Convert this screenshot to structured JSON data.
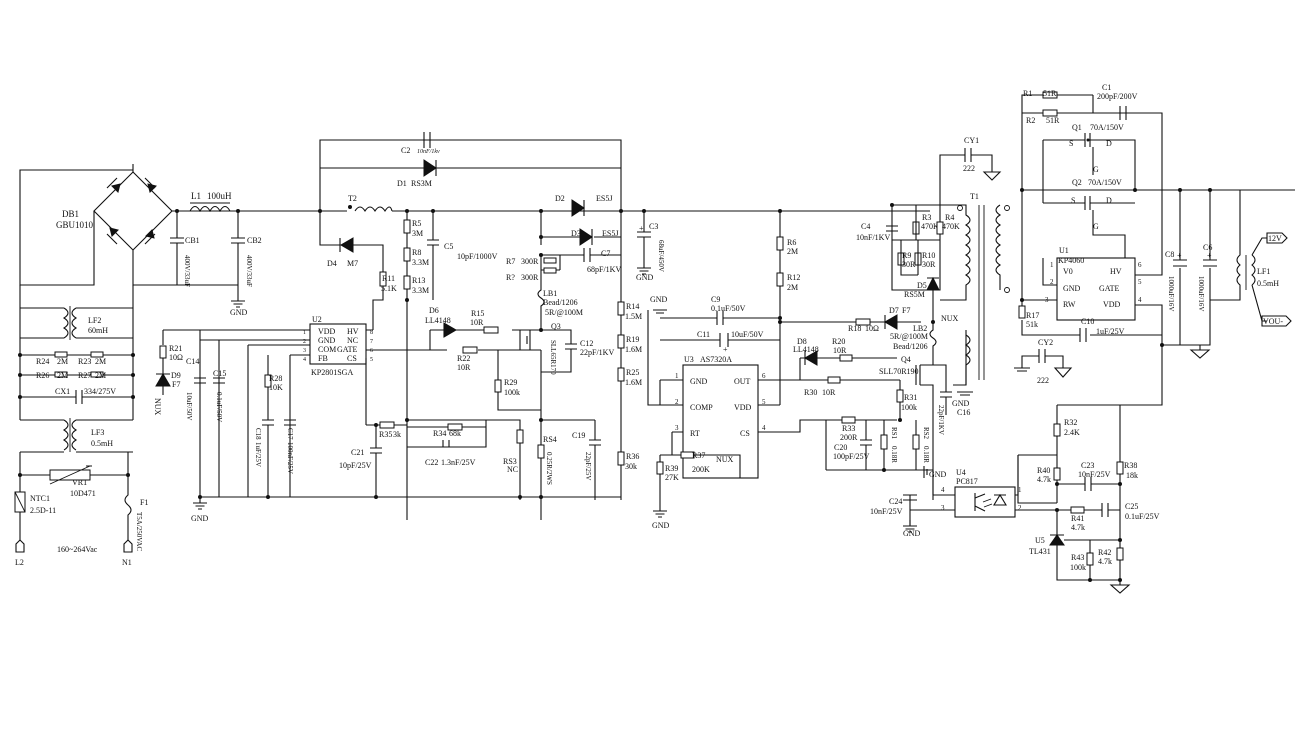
{
  "colors": {
    "line": "#111111",
    "background": "#ffffff"
  },
  "bridge": {
    "ref": "DB1",
    "part": "GBU1010"
  },
  "input": {
    "l1": "L1",
    "l1_val": "100uH",
    "cb1": "CB1",
    "cb1_val": "400V/33uF",
    "cb2": "CB2",
    "cb2_val": "400V/33uF",
    "gnd": "GND"
  },
  "emi": {
    "lf2": "LF2",
    "lf2_val": "60mH",
    "r24": "R24",
    "r23": "R23",
    "r26": "R26",
    "r27": "R27",
    "res_val": "2M",
    "cx1": "CX1",
    "cx1_val": "334/275V",
    "lf3": "LF3",
    "lf3_val": "0.5mH",
    "vr1": "VR1",
    "vr1_val": "10D471",
    "ntc1": "NTC1",
    "ntc1_val": "2.5D-11",
    "f1": "F1",
    "f1_val": "T5A/250VAC",
    "l2": "L2",
    "n1": "N1",
    "range": "160~264Vac"
  },
  "pfc": {
    "c2": "C2",
    "c2_val": "10nF/1kv",
    "d1": "D1",
    "d1_val": "RS3M",
    "t2": "T2",
    "d4": "D4",
    "d4_val": "M7",
    "r11": "R11",
    "r11_val": "5.1K",
    "r5": "R5",
    "r5_val": "3M",
    "r8": "R8",
    "r8_val": "3.3M",
    "r13": "R13",
    "r13_val": "3.3M",
    "c5": "C5",
    "c5_val": "10pF/1000V",
    "d2": "D2",
    "d2_val": "ES5J",
    "d3": "D3",
    "d3_val": "ES5J",
    "c7": "C7",
    "c7_val": "68pF/1KV",
    "r7a": "R7",
    "r7a_val": "300R",
    "r7b": "R?",
    "r7b_val": "300R",
    "c3": "C3",
    "c3_val": "68uF/450V",
    "lb1": "LB1",
    "lb1_val": "Bead/1206",
    "lb1_val2": "5R/@100M",
    "d6": "D6",
    "d6_val": "LL4148",
    "r15": "R15",
    "r15_val": "10R",
    "r22": "R22",
    "r22_val": "10R",
    "q3": "Q3",
    "q3_val": "SLL65R170",
    "c12": "C12",
    "c12_val": "22pF/1KV",
    "r29": "R29",
    "r29_val": "100k",
    "r14": "R14",
    "r14_val": "1.5M",
    "r19": "R19",
    "r19_val": "1.6M",
    "r25": "R25",
    "r25_val": "1.6M",
    "r36": "R36",
    "r36_val": "30k",
    "c19": "C19",
    "c19_val": "22pF/25V",
    "r4": "RS4",
    "r4_val": "0.25R/2WS",
    "rs3": "RS3",
    "rs3_val": "NC",
    "r34": "R34",
    "r34_val": "68k",
    "c22": "C22",
    "c22_val": "1.3nF/25V",
    "r35": "R35",
    "r35_val": "3k",
    "c21": "C21",
    "c21_val": "10pF/25V",
    "r28": "R28",
    "r28_val": "10K",
    "c18": "C18",
    "c18_val": "1uF/25V",
    "c17": "C17",
    "c17_val": "100nF/25V",
    "r21": "R21",
    "r21_val": "10Ω",
    "d9": "D9",
    "d9_val": "F7",
    "c14": "C14",
    "c14_val": "10uF/50V",
    "c15": "C15",
    "c15_val": "0.1uF/50V",
    "nux": "NUX",
    "gnd": "GND",
    "gnd_left": "GND",
    "gnd_c3": "GND"
  },
  "u2": {
    "ref": "U2",
    "part": "KP2801SGA",
    "pins_left": [
      "VDD",
      "GND",
      "COM",
      "FB"
    ],
    "pins_right": [
      "HV",
      "NC",
      "GATE",
      "CS"
    ],
    "num_left": [
      "1",
      "2",
      "3",
      "4"
    ],
    "num_right": [
      "8",
      "7",
      "6",
      "5"
    ]
  },
  "llc": {
    "c9": "C9",
    "c9_val": "0.1uF/50V",
    "c11": "C11",
    "c11_val": "10uF/50V",
    "gnd_top": "GND",
    "r6": "R6",
    "r6_val": "2M",
    "r12": "R12",
    "r12_val": "2M",
    "c4": "C4",
    "c4_val": "10nF/1KV",
    "r3": "R3",
    "r3_val": "470K",
    "r4b": "R4",
    "r4b_val": "470K",
    "r9": "R9",
    "r9_val": "30R",
    "r10": "R10",
    "r10_val": "30R",
    "d5": "D5",
    "d5_val": "RS5M",
    "r18": "R18",
    "r18_val": "10Ω",
    "d7": "D7",
    "d7_val": "F7",
    "nux": "NUX",
    "d8": "D8",
    "d8_val": "LL4148",
    "r20": "R20",
    "r20_val": "10R",
    "r30": "R30",
    "r30_val": "10R",
    "lb2": "LB2",
    "lb2_val": "5R/@100M",
    "lb2_val2": "Bead/1206",
    "q4": "Q4",
    "q4_val": "SLL70R190",
    "c16": "C16",
    "c16_val": "22pF/1KV",
    "r31": "R31",
    "r31_val": "100k",
    "r33": "R33",
    "r33_val": "200R",
    "c20": "C20",
    "c20_val": "100pF/25V",
    "r5b": "RS1",
    "r5b_val": "0.18R",
    "rs2": "RS2",
    "rs2_val": "0.18R",
    "gnd_rs": "GND",
    "r37": "R37",
    "r37_val": "200K",
    "r39": "R39",
    "r39_val": "27K",
    "nux2": "NUX",
    "gnd_bot": "GND",
    "cy1": "CY1",
    "cy1_val": "222",
    "t1": "T1",
    "cy2": "CY2",
    "cy2_val": "222"
  },
  "u3": {
    "ref": "U3",
    "part": "AS7320A",
    "pins_left": [
      "GND",
      "COMP",
      "RT"
    ],
    "pins_right": [
      "OUT",
      "VDD",
      "CS"
    ],
    "num_left": [
      "1",
      "2",
      "3"
    ],
    "num_right": [
      "6",
      "5",
      "4"
    ]
  },
  "secondary": {
    "r1": "R1",
    "r1_val": "51R",
    "r2": "R2",
    "r2_val": "51R",
    "c1": "C1",
    "c1_val": "200pF/200V",
    "q1": "Q1",
    "q1_val": "70A/150V",
    "q2": "Q2",
    "q2_val": "70A/150V",
    "s": "S",
    "g": "G",
    "d": "D",
    "u1": "U1",
    "u1_part": "KP4060",
    "u1_pins": [
      "V0",
      "HV",
      "GND",
      "GATE",
      "RW",
      "VDD"
    ],
    "u1_nums": [
      "1",
      "6",
      "2",
      "5",
      "3",
      "4"
    ],
    "r17": "R17",
    "r17_val": "51k",
    "c10": "C10",
    "c10_val": "1uF/25V",
    "c8": "C8",
    "c8_val": "1000uF/16V",
    "c6": "C6",
    "c6_val": "1000uF/16V",
    "lf1": "LF1",
    "lf1_val": "0.5mH",
    "vout_pos": "12V",
    "vout_neg": "VOU-"
  },
  "feedback": {
    "u4": "U4",
    "u4_part": "PC817",
    "pins": [
      "4",
      "3",
      "1",
      "2"
    ],
    "c24": "C24",
    "c24_val": "10nF/25V",
    "gnd": "GND",
    "r32": "R32",
    "r32_val": "2.4K",
    "r40": "R40",
    "r40_val": "4.7k",
    "c23": "C23",
    "c23_val": "10nF/25V",
    "r38": "R38",
    "r38_val": "18k",
    "r41": "R41",
    "r41_val": "4.7k",
    "c25": "C25",
    "c25_val": "0.1uF/25V",
    "u5": "U5",
    "u5_part": "TL431",
    "r43": "R43",
    "r43_val": "100k",
    "r42": "R42",
    "r42_val": "4.7k"
  }
}
